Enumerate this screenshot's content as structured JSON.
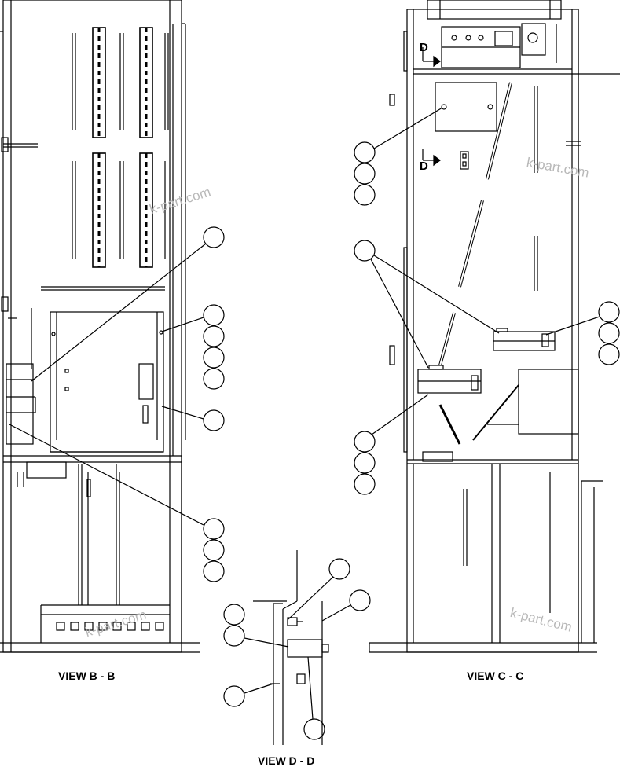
{
  "views": {
    "b": "VIEW B - B",
    "c": "VIEW C - C",
    "d": "VIEW D - D"
  },
  "section_markers": {
    "top": "D",
    "bottom": "D"
  },
  "watermarks": [
    "k-part.com",
    "k-part.com",
    "k-part.com",
    "k-part.com"
  ],
  "colors": {
    "line": "#000000",
    "watermark": "#b8b8b8",
    "background": "#ffffff"
  }
}
